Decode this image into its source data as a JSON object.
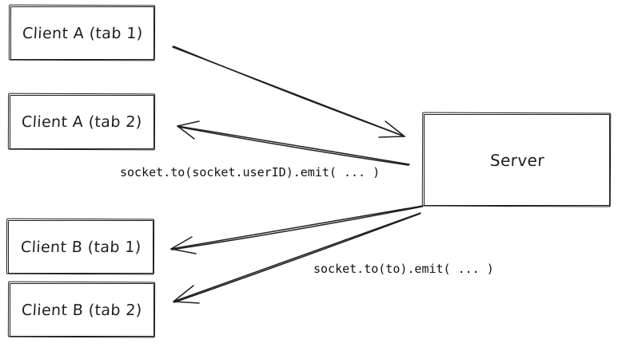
{
  "diagram": {
    "background": "#ffffff",
    "stroke_color": "#1e1e1e",
    "nodes": {
      "client_a1": {
        "label": "Client A (tab 1)"
      },
      "client_a2": {
        "label": "Client A (tab 2)"
      },
      "client_b1": {
        "label": "Client B (tab 1)"
      },
      "client_b2": {
        "label": "Client B (tab 2)"
      },
      "server": {
        "label": "Server"
      }
    },
    "edge_labels": {
      "emit_userid": "socket.to(socket.userID).emit( ... )",
      "emit_to": "socket.to(to).emit( ... )"
    },
    "edges": [
      {
        "from": "Client A (tab 1)",
        "to": "Server"
      },
      {
        "from": "Server",
        "to": "Client A (tab 2)"
      },
      {
        "from": "Server",
        "to": "Client B (tab 1)"
      },
      {
        "from": "Server",
        "to": "Client B (tab 2)"
      }
    ]
  }
}
